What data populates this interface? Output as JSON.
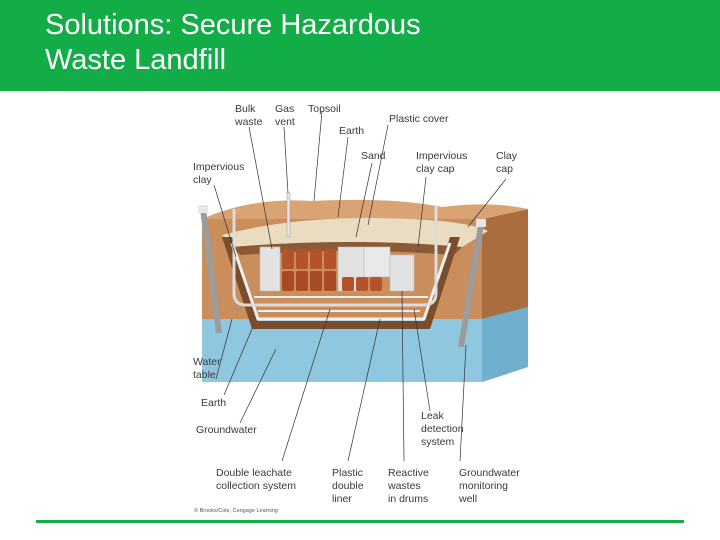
{
  "slide": {
    "title_line1": "Solutions: Secure Hazardous",
    "title_line2": "Waste Landfill",
    "accent_color": "#13ad48"
  },
  "diagram": {
    "labels": {
      "bulk_waste": [
        "Bulk",
        "waste"
      ],
      "gas_vent": [
        "Gas",
        "vent"
      ],
      "topsoil": [
        "Topsoil"
      ],
      "plastic_cover": [
        "Plastic cover"
      ],
      "earth_top": [
        "Earth"
      ],
      "sand": [
        "Sand"
      ],
      "impervious_clay_cap": [
        "Impervious",
        "clay cap"
      ],
      "clay_cap": [
        "Clay",
        "cap"
      ],
      "impervious_clay": [
        "Impervious",
        "clay"
      ],
      "water_table": [
        "Water",
        "table"
      ],
      "earth_bottom": [
        "Earth"
      ],
      "groundwater": [
        "Groundwater"
      ],
      "leak_detection_system": [
        "Leak",
        "detection",
        "system"
      ],
      "double_leachate_collection_system": [
        "Double leachate",
        "collection system"
      ],
      "plastic_double_liner": [
        "Plastic",
        "double",
        "liner"
      ],
      "reactive_wastes_in_drums": [
        "Reactive",
        "wastes",
        "in drums"
      ],
      "groundwater_monitoring_well": [
        "Groundwater",
        "monitoring",
        "well"
      ]
    },
    "credit": "© Brooks/Cole, Cengage Learning",
    "colors": {
      "soil": "#c98e5c",
      "soil_dark": "#a96d3e",
      "water": "#8fc6e0",
      "clay": "#8a5a36",
      "sand": "#eadcc0",
      "drum": "#b4532a",
      "bulk": "#e2e2e2",
      "pipe": "#dcdcdc"
    }
  }
}
